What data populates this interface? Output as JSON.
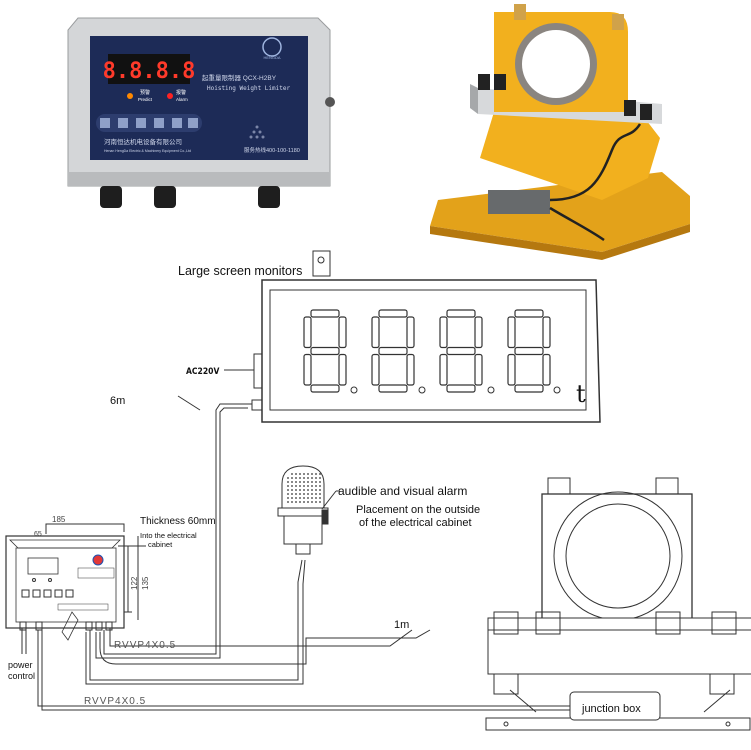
{
  "controller_photo": {
    "display_digits": "8.8.8.8",
    "indicator_left_cn": "预警",
    "indicator_left_en": "Predict",
    "indicator_right_cn": "报警",
    "indicator_right_en": "Alarm",
    "title_cn": "起重量限制器 QCX-H2BY",
    "title_en": "Hoisting Weight Limiter",
    "company_cn": "河南恒达机电设备有限公司",
    "company_en": "Henan HengDa Electric & Machinery Equipment Co.,Ltd",
    "hotline": "服务热线400-100-1180",
    "logo_text": "HENGDA"
  },
  "labels": {
    "large_screen": "Large screen monitors",
    "ac220v": "AC220V",
    "len_6m": "6m",
    "unit_t": "t",
    "thickness": "Thickness 60mm",
    "into_cabinet_line1": "Into the electrical",
    "into_cabinet_line2": "cabinet",
    "dim_185": "185",
    "dim_65": "65",
    "dim_122": "122",
    "dim_135": "135",
    "alarm_title": "audible and visual alarm",
    "placement_line1": "Placement on the outside",
    "placement_line2": "of the electrical cabinet",
    "len_1m": "1m",
    "cable_1": "RVVP4X0.5",
    "cable_2": "RVVP4X0.5",
    "power_line1": "power",
    "power_line2": "control",
    "junction_box": "junction box"
  },
  "colors": {
    "panel_gray": "#c9cbcd",
    "display_red": "#ff3a2a",
    "sensor_yellow": "#f2b01e",
    "line": "#333333"
  }
}
